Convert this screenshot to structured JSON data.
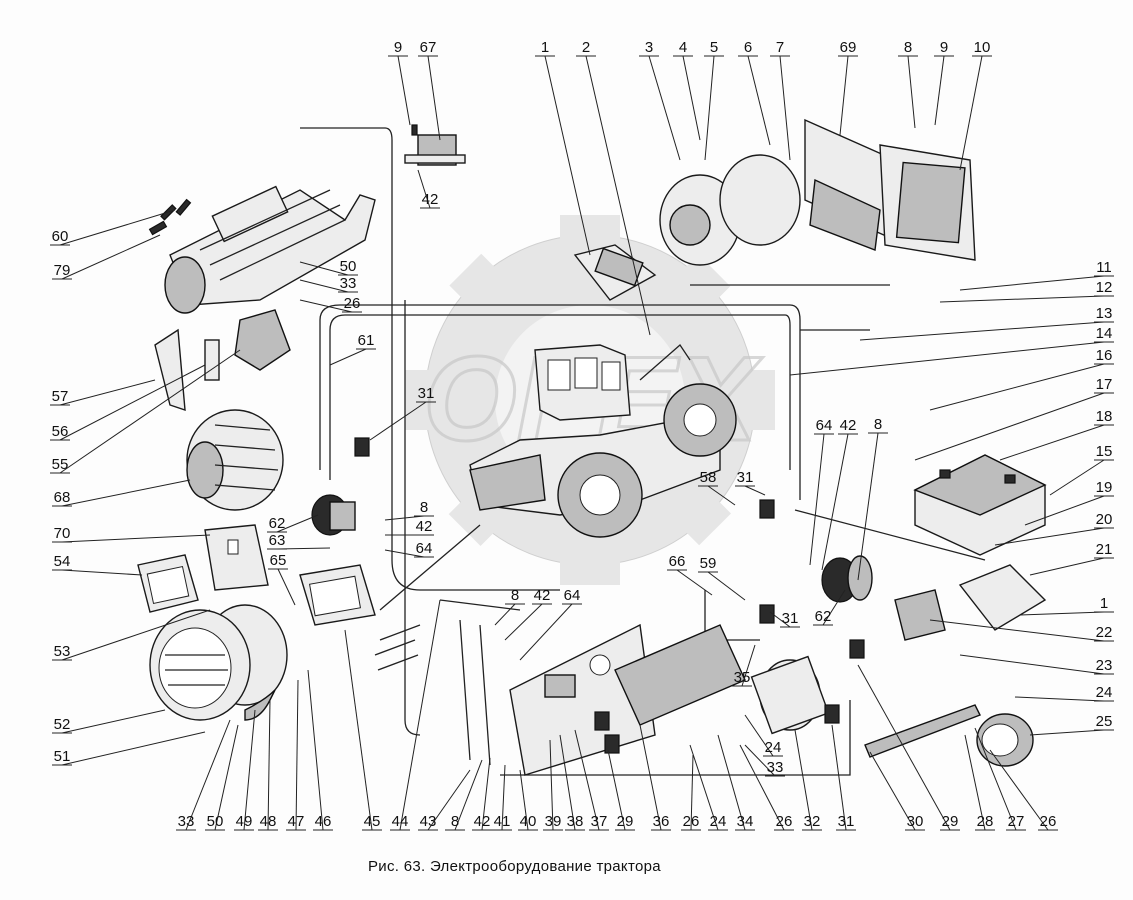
{
  "caption": "Рис. 63. Электрооборудование  трактора",
  "watermark": "OPEX",
  "callouts": [
    {
      "id": "c-9a",
      "text": "9"
    },
    {
      "id": "c-67",
      "text": "67"
    },
    {
      "id": "c-42a",
      "text": "42"
    },
    {
      "id": "c-60",
      "text": "60"
    },
    {
      "id": "c-79",
      "text": "79"
    },
    {
      "id": "c-50a",
      "text": "50"
    },
    {
      "id": "c-33a",
      "text": "33"
    },
    {
      "id": "c-26a",
      "text": "26"
    },
    {
      "id": "c-61",
      "text": "61"
    },
    {
      "id": "c-57",
      "text": "57"
    },
    {
      "id": "c-56",
      "text": "56"
    },
    {
      "id": "c-55",
      "text": "55"
    },
    {
      "id": "c-31a",
      "text": "31"
    },
    {
      "id": "c-68",
      "text": "68"
    },
    {
      "id": "c-62a",
      "text": "62"
    },
    {
      "id": "c-8a",
      "text": "8"
    },
    {
      "id": "c-70",
      "text": "70"
    },
    {
      "id": "c-63a",
      "text": "63"
    },
    {
      "id": "c-42b",
      "text": "42"
    },
    {
      "id": "c-64a",
      "text": "64"
    },
    {
      "id": "c-54",
      "text": "54"
    },
    {
      "id": "c-65",
      "text": "65"
    },
    {
      "id": "c-53",
      "text": "53"
    },
    {
      "id": "c-52",
      "text": "52"
    },
    {
      "id": "c-51",
      "text": "51"
    },
    {
      "id": "c-1a",
      "text": "1"
    },
    {
      "id": "c-2",
      "text": "2"
    },
    {
      "id": "c-3",
      "text": "3"
    },
    {
      "id": "c-4",
      "text": "4"
    },
    {
      "id": "c-5",
      "text": "5"
    },
    {
      "id": "c-6",
      "text": "6"
    },
    {
      "id": "c-7",
      "text": "7"
    },
    {
      "id": "c-69",
      "text": "69"
    },
    {
      "id": "c-8b",
      "text": "8"
    },
    {
      "id": "c-9b",
      "text": "9"
    },
    {
      "id": "c-10",
      "text": "10"
    },
    {
      "id": "c-11",
      "text": "11"
    },
    {
      "id": "c-12",
      "text": "12"
    },
    {
      "id": "c-13",
      "text": "13"
    },
    {
      "id": "c-14",
      "text": "14"
    },
    {
      "id": "c-16",
      "text": "16"
    },
    {
      "id": "c-17",
      "text": "17"
    },
    {
      "id": "c-18",
      "text": "18"
    },
    {
      "id": "c-15",
      "text": "15"
    },
    {
      "id": "c-19",
      "text": "19"
    },
    {
      "id": "c-20",
      "text": "20"
    },
    {
      "id": "c-21",
      "text": "21"
    },
    {
      "id": "c-1b",
      "text": "1"
    },
    {
      "id": "c-22",
      "text": "22"
    },
    {
      "id": "c-23",
      "text": "23"
    },
    {
      "id": "c-24a",
      "text": "24"
    },
    {
      "id": "c-25",
      "text": "25"
    },
    {
      "id": "c-64b",
      "text": "64"
    },
    {
      "id": "c-42c",
      "text": "42"
    },
    {
      "id": "c-8c",
      "text": "8"
    },
    {
      "id": "c-58",
      "text": "58"
    },
    {
      "id": "c-31b",
      "text": "31"
    },
    {
      "id": "c-66",
      "text": "66"
    },
    {
      "id": "c-59",
      "text": "59"
    },
    {
      "id": "c-31c",
      "text": "31"
    },
    {
      "id": "c-62b",
      "text": "62"
    },
    {
      "id": "c-35",
      "text": "35"
    },
    {
      "id": "c-8d",
      "text": "8"
    },
    {
      "id": "c-42d",
      "text": "42"
    },
    {
      "id": "c-64c",
      "text": "64"
    },
    {
      "id": "c-24b",
      "text": "24"
    },
    {
      "id": "c-33b",
      "text": "33"
    },
    {
      "id": "c-33c",
      "text": "33"
    },
    {
      "id": "c-50b",
      "text": "50"
    },
    {
      "id": "c-49",
      "text": "49"
    },
    {
      "id": "c-48",
      "text": "48"
    },
    {
      "id": "c-47",
      "text": "47"
    },
    {
      "id": "c-46",
      "text": "46"
    },
    {
      "id": "c-45",
      "text": "45"
    },
    {
      "id": "c-44",
      "text": "44"
    },
    {
      "id": "c-43",
      "text": "43"
    },
    {
      "id": "c-8e",
      "text": "8"
    },
    {
      "id": "c-42e",
      "text": "42"
    },
    {
      "id": "c-41",
      "text": "41"
    },
    {
      "id": "c-40",
      "text": "40"
    },
    {
      "id": "c-39",
      "text": "39"
    },
    {
      "id": "c-38",
      "text": "38"
    },
    {
      "id": "c-37",
      "text": "37"
    },
    {
      "id": "c-29a",
      "text": "29"
    },
    {
      "id": "c-36",
      "text": "36"
    },
    {
      "id": "c-26b",
      "text": "26"
    },
    {
      "id": "c-24c",
      "text": "24"
    },
    {
      "id": "c-34",
      "text": "34"
    },
    {
      "id": "c-26c",
      "text": "26"
    },
    {
      "id": "c-32",
      "text": "32"
    },
    {
      "id": "c-31d",
      "text": "31"
    },
    {
      "id": "c-30",
      "text": "30"
    },
    {
      "id": "c-29b",
      "text": "29"
    },
    {
      "id": "c-28",
      "text": "28"
    },
    {
      "id": "c-27",
      "text": "27"
    },
    {
      "id": "c-26d",
      "text": "26"
    }
  ]
}
